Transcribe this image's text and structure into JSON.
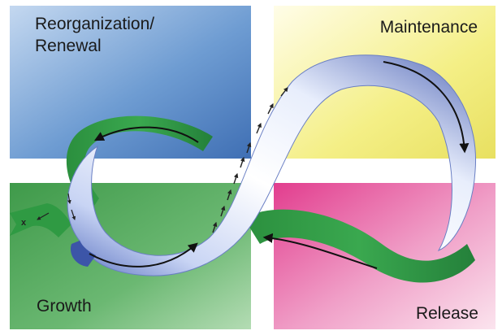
{
  "quadrants": {
    "top_left": {
      "label": "Reorganization/\nRenewal",
      "color": "#5e8fc8"
    },
    "top_right": {
      "label": "Maintenance",
      "color": "#f2ee80"
    },
    "bottom_left": {
      "label": "Growth",
      "color": "#5aa862"
    },
    "bottom_right": {
      "label": "Release",
      "color": "#e868a8"
    }
  },
  "exit_marker": "x",
  "colors": {
    "band_green": "#2f9a43",
    "band_green_dark": "#1f7a33",
    "band_blue_light": "#f4f7ff",
    "band_blue_dark": "#4a62b4",
    "arrow": "#111111"
  }
}
